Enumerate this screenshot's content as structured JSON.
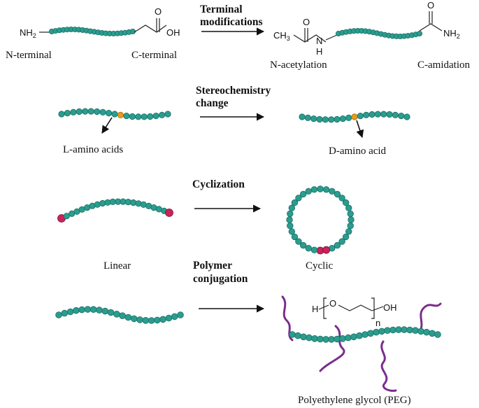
{
  "sections": {
    "terminal": {
      "title_line1": "Terminal",
      "title_line2": "modifications",
      "left_n_label": "N-terminal",
      "left_c_label": "C-terminal",
      "right_n_label": "N-acetylation",
      "right_c_label": "C-amidation",
      "nh2_left": "NH",
      "nh2_left_sub": "2",
      "oh": "OH",
      "o_left": "O",
      "ch3": "CH",
      "ch3_sub": "3",
      "o_acetyl": "O",
      "n_amide": "N",
      "h_amide": "H",
      "o_right": "O",
      "nh2_right": "NH",
      "nh2_right_sub": "2"
    },
    "stereo": {
      "title_line1": "Stereochemistry",
      "title_line2": "change",
      "left_label": "L-amino acids",
      "right_label": "D-amino acid"
    },
    "cyclization": {
      "title": "Cyclization",
      "left_label": "Linear",
      "right_label": "Cyclic"
    },
    "polymer": {
      "title_line1": "Polymer",
      "title_line2": "conjugation",
      "label": "Polyethylene glycol (PEG)",
      "peg_h": "H",
      "peg_o": "O",
      "peg_oh": "OH",
      "peg_n": "n"
    }
  },
  "colors": {
    "bead": "#2a9d8f",
    "modified_bead": "#e89a1c",
    "terminal_bead": "#c8245a",
    "peg_chain": "#7b2d8e"
  }
}
